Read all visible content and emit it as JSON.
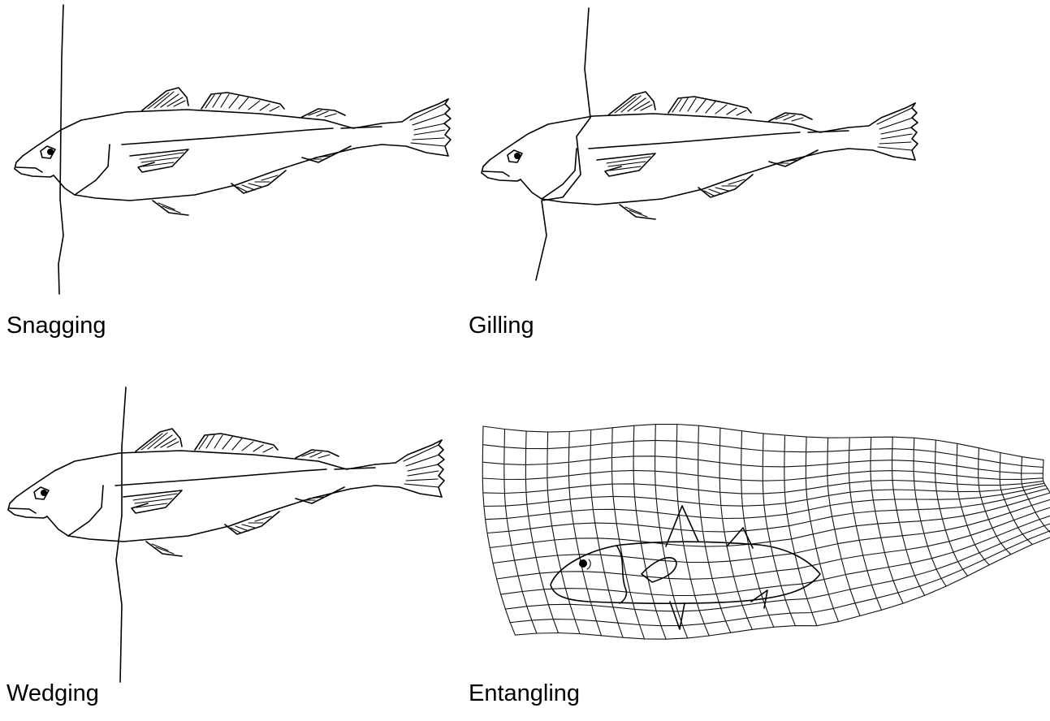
{
  "panels": [
    {
      "label": "Snagging"
    },
    {
      "label": "Gilling"
    },
    {
      "label": "Wedging"
    },
    {
      "label": "Entangling"
    }
  ],
  "style": {
    "line_color": "#000000",
    "background": "#ffffff"
  }
}
